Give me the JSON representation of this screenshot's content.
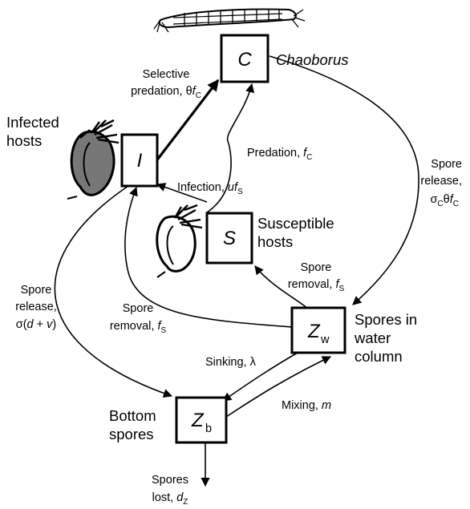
{
  "nodes": {
    "C": {
      "symbol": "C",
      "caption": "Chaoborus"
    },
    "I": {
      "symbol": "I",
      "caption": [
        "Infected",
        "hosts"
      ]
    },
    "S": {
      "symbol": "S",
      "caption": [
        "Susceptible",
        "hosts"
      ]
    },
    "Zw": {
      "symbol": "Z",
      "sub": "w",
      "caption": [
        "Spores in",
        "water",
        "column"
      ]
    },
    "Zb": {
      "symbol": "Z",
      "sub": "b",
      "caption": [
        "Bottom",
        "spores"
      ]
    }
  },
  "edges": {
    "selective_predation": {
      "line1": "Selective",
      "line2": "predation, θ",
      "var": "f",
      "sub": "C"
    },
    "predation": {
      "text": "Predation, ",
      "var": "f",
      "sub": "C"
    },
    "infection": {
      "text": "Infection, ",
      "var": "uf",
      "sub": "S"
    },
    "spore_release_c": {
      "line1": "Spore",
      "line2": "release,",
      "line3": "σ",
      "sub1": "C",
      "mid": "θ",
      "var": "f",
      "sub2": "C"
    },
    "spore_removal_s": {
      "line1": "Spore",
      "line2": "removal, ",
      "var": "f",
      "sub": "S"
    },
    "spore_removal_i": {
      "line1": "Spore",
      "line2": "removal, ",
      "var": "f",
      "sub": "S"
    },
    "spore_release_i": {
      "line1": "Spore",
      "line2": "release,",
      "line3_a": "σ(",
      "line3_d": "d",
      "line3_b": " + ",
      "line3_v": "v",
      "line3_c": ")"
    },
    "sinking": {
      "text": "Sinking, λ"
    },
    "mixing": {
      "text": "Mixing, ",
      "var": "m"
    },
    "spores_lost": {
      "line1": "Spores",
      "line2": "lost, ",
      "var": "d",
      "sub": "Z"
    }
  },
  "icons": [
    "chaoborus-larva-icon",
    "infected-daphnia-icon",
    "susceptible-daphnia-icon"
  ]
}
